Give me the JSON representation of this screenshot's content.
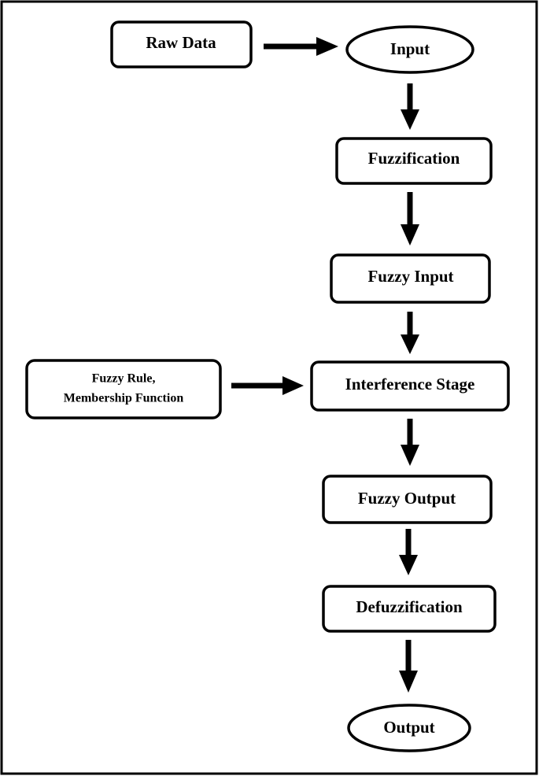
{
  "nodes": {
    "raw_data": "Raw Data",
    "input": "Input",
    "fuzzification": "Fuzzification",
    "fuzzy_input": "Fuzzy Input",
    "fuzzy_rule_line1": "Fuzzy Rule,",
    "fuzzy_rule_line2": "Membership Function",
    "interference_stage": "Interference Stage",
    "fuzzy_output": "Fuzzy Output",
    "defuzzification": "Defuzzification",
    "output": "Output"
  },
  "colors": {
    "stroke": "#000000",
    "fill": "#ffffff",
    "text": "#000000"
  }
}
